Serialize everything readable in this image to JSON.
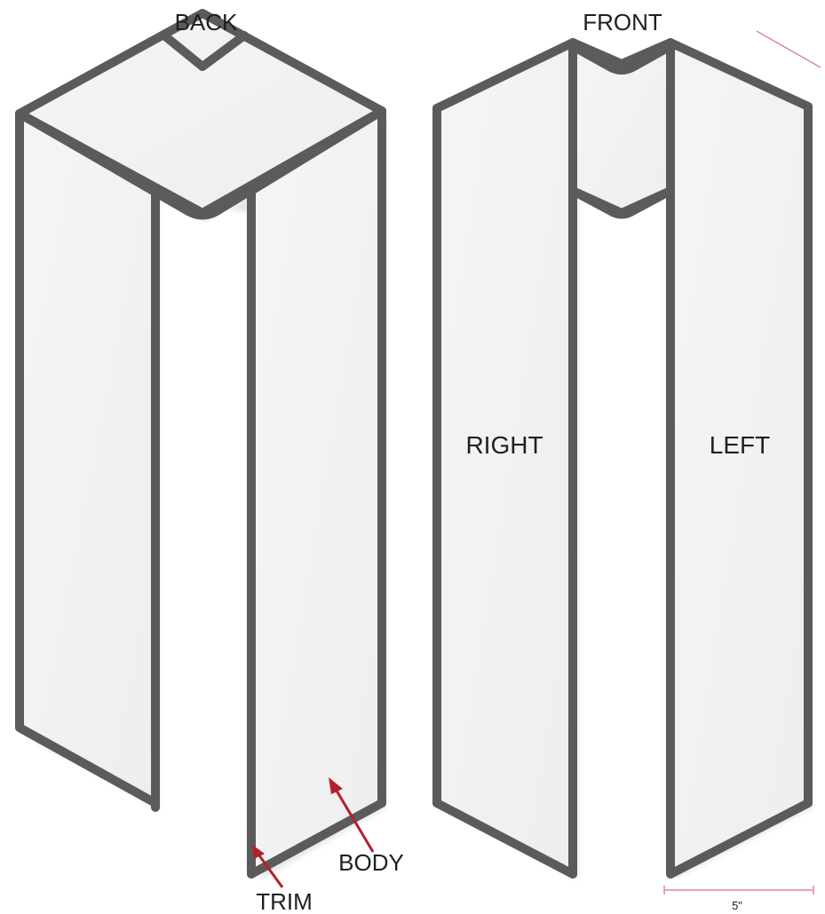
{
  "labels": {
    "back": "BACK",
    "front": "FRONT",
    "right": "RIGHT",
    "left": "LEFT",
    "body": "BODY",
    "trim": "TRIM",
    "width": "5\""
  },
  "colors": {
    "trim": "#5b5b5b",
    "body": "#f2f2f2",
    "arrow": "#b3202f",
    "dimension_line": "#d88a93"
  }
}
